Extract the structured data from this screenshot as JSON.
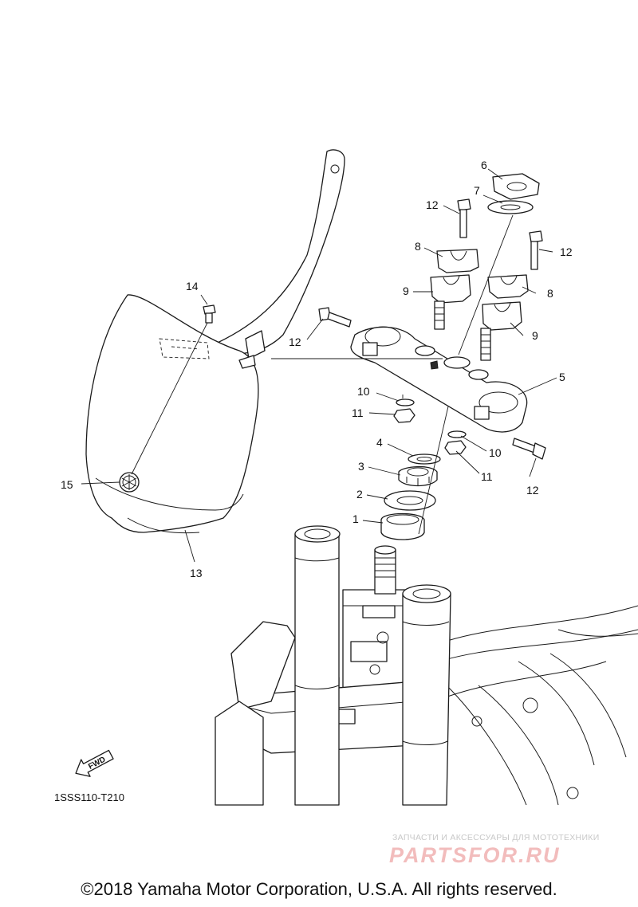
{
  "diagram": {
    "code": "1SSS110-T210",
    "fwd_label": "FWD",
    "callouts": {
      "c1": "1",
      "c2": "2",
      "c3": "3",
      "c4": "4",
      "c5": "5",
      "c6": "6",
      "c7": "7",
      "c8a": "8",
      "c8b": "8",
      "c9a": "9",
      "c9b": "9",
      "c10a": "10",
      "c10b": "10",
      "c11a": "11",
      "c11b": "11",
      "c12a": "12",
      "c12b": "12",
      "c12c": "12",
      "c12d": "12",
      "c13": "13",
      "c14": "14",
      "c15": "15"
    }
  },
  "watermark": {
    "tagline": "ЗАПЧАСТИ И АКСЕССУАРЫ ДЛЯ МОТОТЕХНИКИ",
    "brand": "PARTSFOR.RU"
  },
  "footer": {
    "copyright": "©2018 Yamaha Motor Corporation, U.S.A. All rights reserved."
  }
}
